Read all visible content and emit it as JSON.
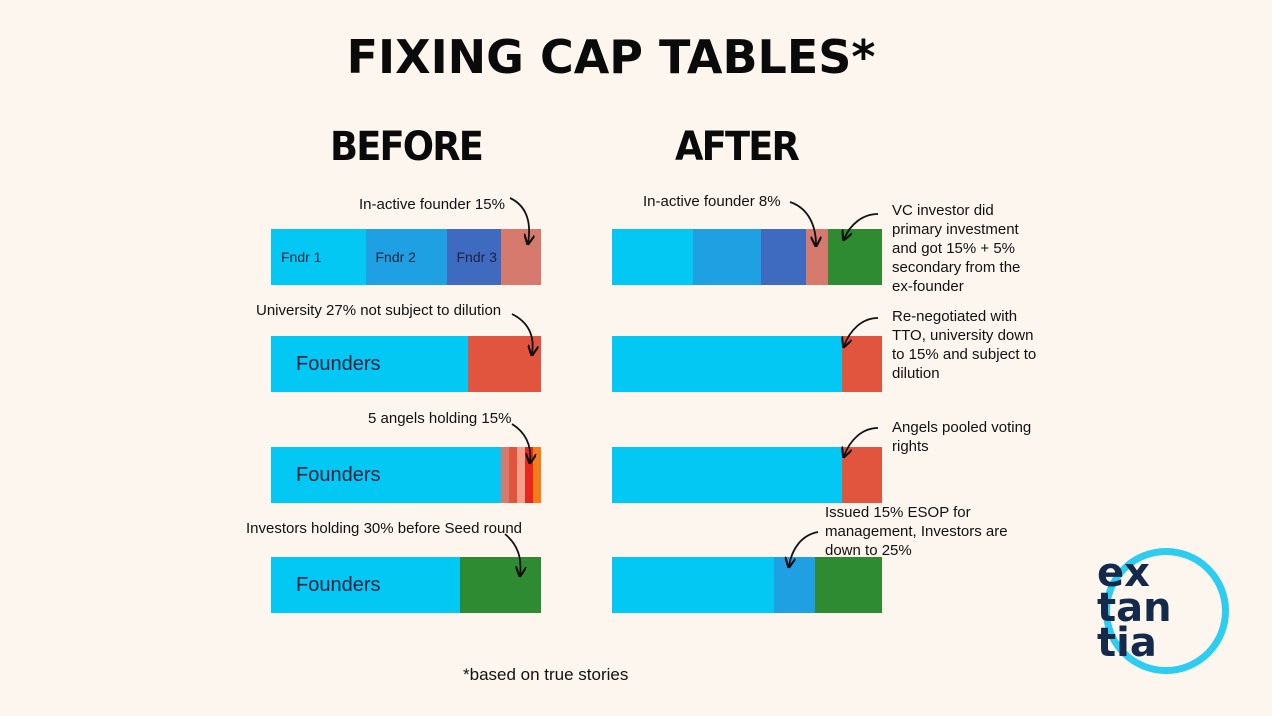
{
  "title": "FIXING CAP TABLES*",
  "before_heading": "BEFORE",
  "after_heading": "AFTER",
  "footnote": "*based on true stories",
  "logo": "ex tan tia",
  "colors": {
    "founder1": "#02c8f3",
    "founder2": "#1fa0e3",
    "founder3": "#3e6bbf",
    "inactive_founder": "#d77a6e",
    "university": "#e1553f",
    "investor": "#2e8b32",
    "angel_red": "#e8261f",
    "angel_orange": "#f47c1a",
    "background": "#fdf6ef"
  },
  "before": {
    "row1": {
      "note": "In-active founder 15%",
      "segments": [
        {
          "label": "Fndr 1",
          "share": 35,
          "color": "#02c8f3"
        },
        {
          "label": "Fndr 2",
          "share": 30,
          "color": "#1fa0e3"
        },
        {
          "label": "Fndr 3",
          "share": 20,
          "color": "#3e6bbf"
        },
        {
          "label": "",
          "share": 15,
          "color": "#d77a6e"
        }
      ]
    },
    "row2": {
      "note": "University 27% not subject to dilution",
      "segments": [
        {
          "label": "Founders",
          "share": 73,
          "color": "#02c8f3"
        },
        {
          "label": "",
          "share": 27,
          "color": "#e1553f"
        }
      ]
    },
    "row3": {
      "note": "5 angels holding 15%",
      "segments": [
        {
          "label": "Founders",
          "share": 85,
          "color": "#02c8f3"
        },
        {
          "label": "",
          "share": 3,
          "color": "#d77a6e"
        },
        {
          "label": "",
          "share": 3,
          "color": "#e1553f"
        },
        {
          "label": "",
          "share": 3,
          "color": "#f4a08a"
        },
        {
          "label": "",
          "share": 3,
          "color": "#e8261f"
        },
        {
          "label": "",
          "share": 3,
          "color": "#f47c1a"
        }
      ]
    },
    "row4": {
      "note": "Investors holding 30% before Seed round",
      "segments": [
        {
          "label": "Founders",
          "share": 70,
          "color": "#02c8f3"
        },
        {
          "label": "",
          "share": 30,
          "color": "#2e8b32"
        }
      ]
    }
  },
  "after": {
    "row1": {
      "note": "In-active founder 8%",
      "side_note": "VC investor did primary investment and got 15% + 5% secondary from the ex-founder",
      "segments": [
        {
          "label": "",
          "share": 30,
          "color": "#02c8f3"
        },
        {
          "label": "",
          "share": 25,
          "color": "#1fa0e3"
        },
        {
          "label": "",
          "share": 17,
          "color": "#3e6bbf"
        },
        {
          "label": "",
          "share": 8,
          "color": "#d77a6e"
        },
        {
          "label": "",
          "share": 20,
          "color": "#2e8b32"
        }
      ]
    },
    "row2": {
      "side_note": "Re-negotiated with TTO, university down to 15% and subject to dilution",
      "segments": [
        {
          "label": "",
          "share": 85,
          "color": "#02c8f3"
        },
        {
          "label": "",
          "share": 15,
          "color": "#e1553f"
        }
      ]
    },
    "row3": {
      "side_note": "Angels pooled voting rights",
      "segments": [
        {
          "label": "",
          "share": 85,
          "color": "#02c8f3"
        },
        {
          "label": "",
          "share": 15,
          "color": "#e1553f"
        }
      ]
    },
    "row4": {
      "side_note": "Issued 15% ESOP for management, Investors are down to 25%",
      "segments": [
        {
          "label": "",
          "share": 60,
          "color": "#02c8f3"
        },
        {
          "label": "",
          "share": 15,
          "color": "#1fa0e3"
        },
        {
          "label": "",
          "share": 25,
          "color": "#2e8b32"
        }
      ]
    }
  }
}
